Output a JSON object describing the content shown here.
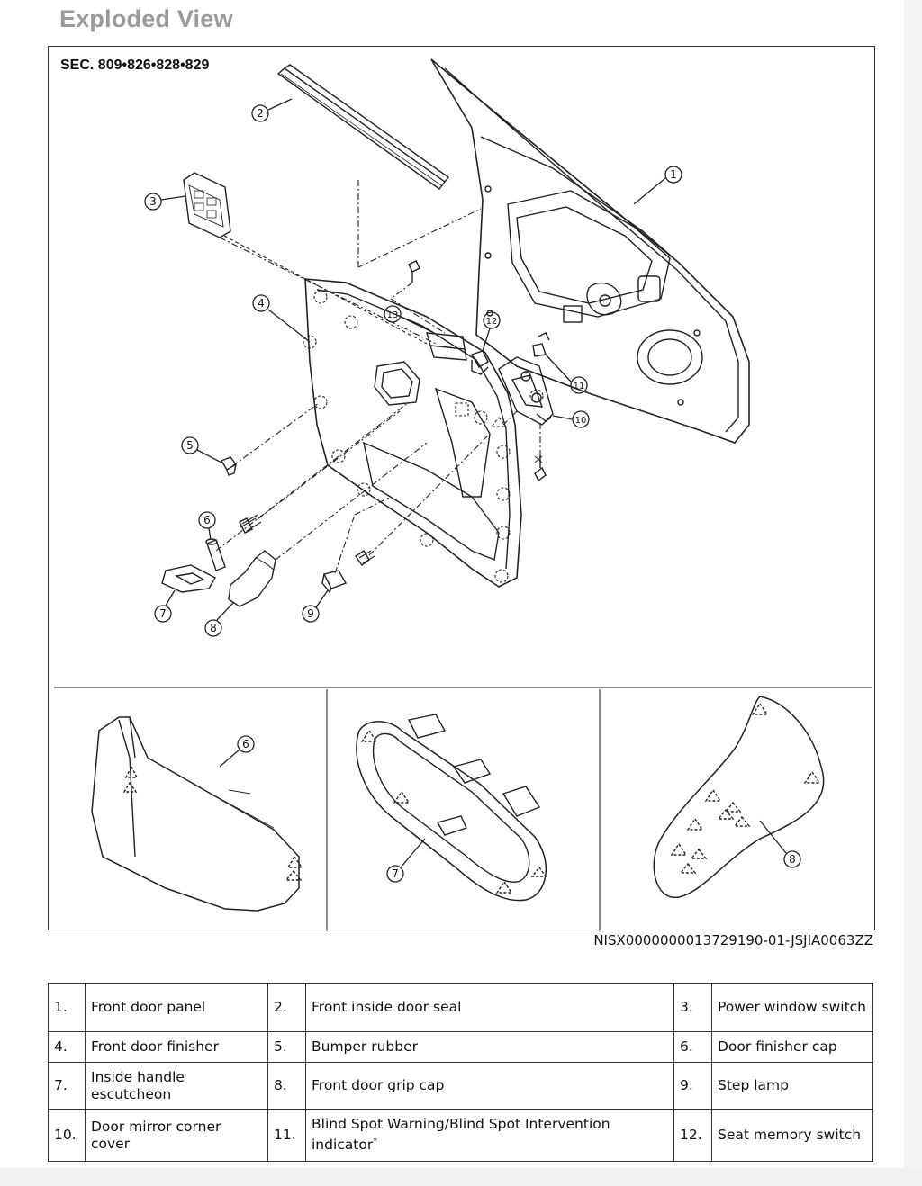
{
  "heading": "Exploded View",
  "section": "SEC. 809•826•828•829",
  "figure_id": "NISX0000000013729190-01-JSJIA0063ZZ",
  "callouts": [
    "1",
    "2",
    "3",
    "4",
    "5",
    "6",
    "7",
    "8",
    "9",
    "10",
    "11",
    "12",
    "13"
  ],
  "detail_callouts": {
    "left": "6",
    "middle": "7",
    "right": "8"
  },
  "parts": [
    [
      {
        "num": "1.",
        "name": "Front door panel"
      },
      {
        "num": "2.",
        "name": "Front inside door seal"
      },
      {
        "num": "3.",
        "name": "Power window switch"
      }
    ],
    [
      {
        "num": "4.",
        "name": "Front door finisher"
      },
      {
        "num": "5.",
        "name": "Bumper rubber"
      },
      {
        "num": "6.",
        "name": "Door finisher cap"
      }
    ],
    [
      {
        "num": "7.",
        "name": "Inside handle escutcheon"
      },
      {
        "num": "8.",
        "name": "Front door grip cap"
      },
      {
        "num": "9.",
        "name": "Step lamp"
      }
    ],
    [
      {
        "num": "10.",
        "name": "Door mirror corner cover"
      },
      {
        "num": "11.",
        "name": "Blind Spot Warning/Blind Spot Intervention indicator",
        "mark": "*"
      },
      {
        "num": "12.",
        "name": "Seat memory switch"
      }
    ]
  ]
}
